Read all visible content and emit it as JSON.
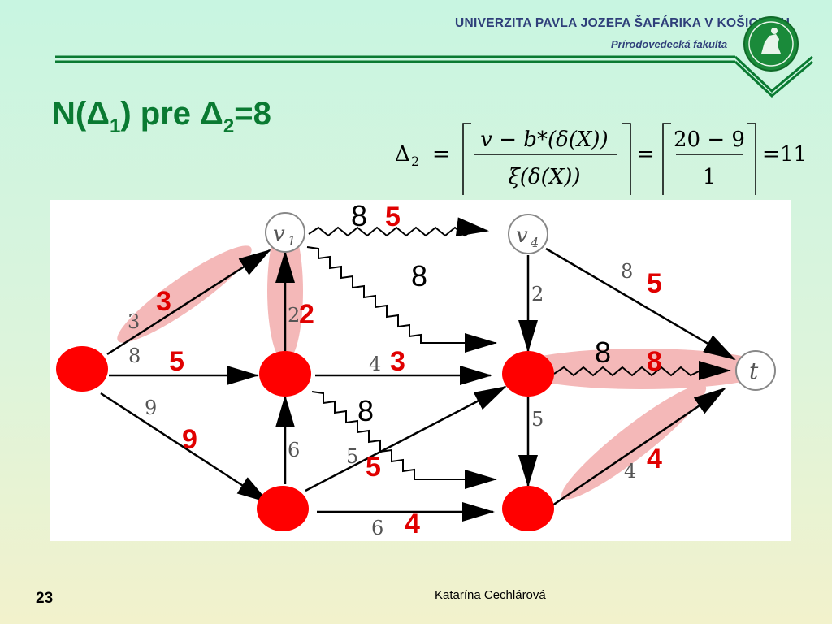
{
  "header": {
    "university": "UNIVERZITA PAVLA JOZEFA ŠAFÁRIKA V KOŠICIACH",
    "faculty": "Prírodovedecká fakulta"
  },
  "title": {
    "prefix": "N(Δ",
    "sub1": "1",
    "middle": ") pre Δ",
    "sub2": "2",
    "suffix": "=8"
  },
  "formula": {
    "lhs": "Δ",
    "lhs_sub": "2",
    "numerator": "v − b*(δ(X))",
    "denominator": "ξ(δ(X))",
    "num2": "20 − 9",
    "den2": "1",
    "result": "11"
  },
  "graph": {
    "node_labels": {
      "v1": "v",
      "v1_sub": "1",
      "v4": "v",
      "v4_sub": "4",
      "t": "t"
    },
    "edge_labels": {
      "s_v1": "3",
      "s_v2": "8",
      "s_v3": "9",
      "v2_v1": "2",
      "v3_v2": "6",
      "v2_v5": "4",
      "v3_v6": "5",
      "v3_v7": "6",
      "v4_v5": "2",
      "v5_v7": "5",
      "v4_t": "8",
      "v7_t": "4"
    },
    "black_values": {
      "v1_v4": "8",
      "v1_v5": "8",
      "v5_t": "8",
      "v2_v7": "8"
    },
    "red_values": {
      "v1_v4": "5",
      "s_v1": "3",
      "v2_v1": "2",
      "s_v2": "5",
      "v2_v5": "3",
      "v4_t": "5",
      "v5_t": "8",
      "s_v3": "9",
      "v3_v6": "5",
      "v7_t": "4",
      "v3_v7": "4"
    }
  },
  "footer": {
    "page_number": "23",
    "author": "Katarína Cechlárová"
  },
  "colors": {
    "title_green": "#0a7a32",
    "header_blue": "#2f3f7a",
    "node_red": "#ff0000",
    "highlight_pink": "#f4b8b8",
    "label_red": "#e00000"
  }
}
